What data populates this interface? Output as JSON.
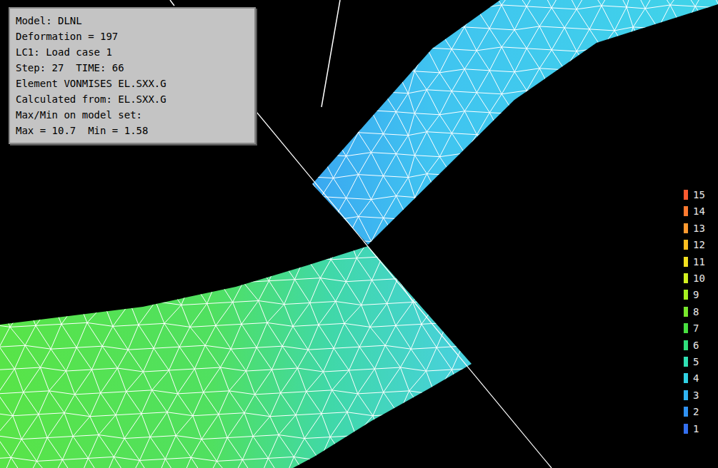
{
  "diagram": {
    "nodes": [
      {
        "text": [
          "Model: DLNL",
          "Deformation = 197",
          "LC1: Load case 1",
          "Step: 27  TIME: 66",
          "Element VONMISES EL.SXX.G",
          "Calculated from: EL.SXX.G",
          "Max/Min on model set:",
          "Max = 10.7  Min = 1.58"
        ]
      }
    ],
    "legend": [
      {
        "text": "15",
        "color": "#ff5a30"
      },
      {
        "text": "14",
        "color": "#ff7a30"
      },
      {
        "text": "13",
        "color": "#ff9a30"
      },
      {
        "text": "12",
        "color": "#ffbf20"
      },
      {
        "text": "11",
        "color": "#f2e020"
      },
      {
        "text": "10",
        "color": "#d2f020"
      },
      {
        "text": "9",
        "color": "#a6f020"
      },
      {
        "text": "8",
        "color": "#78e82c"
      },
      {
        "text": "7",
        "color": "#48e040"
      },
      {
        "text": "6",
        "color": "#30e07c"
      },
      {
        "text": "5",
        "color": "#30e0b4"
      },
      {
        "text": "4",
        "color": "#30d2e4"
      },
      {
        "text": "3",
        "color": "#30b4f2"
      },
      {
        "text": "2",
        "color": "#3092f2"
      },
      {
        "text": "1",
        "color": "#3470f0"
      }
    ]
  }
}
